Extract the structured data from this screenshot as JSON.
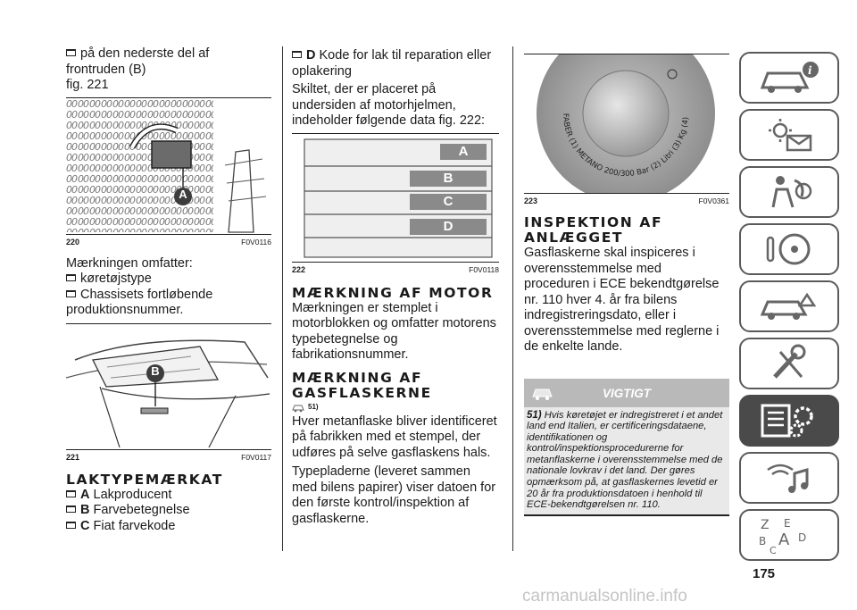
{
  "col1": {
    "line1": "på den nederste del af frontruden (B)",
    "line2": "fig. 221",
    "fig220_num": "220",
    "fig220_id": "F0V0116",
    "fig220_label": "A",
    "marking_text": "Mærkningen omfatter:",
    "bullet1": "køretøjstype",
    "bullet2": "Chassisets fortløbende",
    "bullet2_cont": "produktionsnummer.",
    "fig221_num": "221",
    "fig221_id": "F0V0117",
    "fig221_label": "B",
    "heading": "LAKTYPEMÆRKAT",
    "items": [
      {
        "letter": "A",
        "text": "Lakproducent"
      },
      {
        "letter": "B",
        "text": "Farvebetegnelse"
      },
      {
        "letter": "C",
        "text": "Fiat farvekode"
      }
    ]
  },
  "col2": {
    "d_letter": "D",
    "d_text": "Kode for lak til reparation eller",
    "d_text_cont": "oplakering",
    "p1": "Skiltet, der er placeret på undersiden af motorhjelmen, indeholder følgende data fig. 222:",
    "fig222_num": "222",
    "fig222_id": "F0V0118",
    "plate_labels": [
      "A",
      "B",
      "C",
      "D"
    ],
    "heading1": "MÆRKNING AF MOTOR",
    "p2": "Mærkningen er stemplet i motorblokken og omfatter motorens typebetegnelse og fabrikationsnummer.",
    "heading2_l1": "MÆRKNING AF",
    "heading2_l2": "GASFLASKERNE",
    "ref": "51)",
    "p3": "Hver metanflaske bliver identificeret på fabrikken med et stempel, der udføres på selve gasflaskens hals.",
    "p4": "Typepladerne (leveret sammen med bilens papirer) viser datoen for den første kontrol/inspektion af gasflaskerne."
  },
  "col3": {
    "fig223_num": "223",
    "fig223_id": "F0V0361",
    "stamp_text": "FABER (1) METANO 200/300 Bar (2) Litri (3) Kg (4)",
    "heading_l1": "INSPEKTION AF",
    "heading_l2": "ANLÆGGET",
    "p1": "Gasflaskerne skal inspiceres i overensstemmelse med proceduren i ECE bekendtgørelse nr. 110 hver 4. år fra bilens indregistreringsdato, eller i overensstemmelse med reglerne i de enkelte lande.",
    "warning_title": "VIGTIGT",
    "warning_num": "51)",
    "warning_text": "Hvis køretøjet er indregistreret i et andet land end Italien, er certificeringsdataene, identifikationen og kontrol/inspektionsprocedurerne for metanflaskerne i overensstemmelse med de nationale lovkrav i det land. Der gøres opmærksom på, at gasflaskernes levetid er 20 år fra produktionsdatoen i henhold til ECE-bekendtgørelsen nr. 110."
  },
  "page_number": "175",
  "watermark": "carmanualsonline.info",
  "colors": {
    "tab_border": "#5a5a5a",
    "tab_active": "#4a4a4a",
    "warning_head": "#b9b9b9",
    "warning_body": "#e9e9e9"
  },
  "side_tabs": [
    {
      "icon": "car-info-icon",
      "active": false
    },
    {
      "icon": "dashboard-lights-icon",
      "active": false
    },
    {
      "icon": "safety-airbag-icon",
      "active": false
    },
    {
      "icon": "steering-wheel-key-icon",
      "active": false
    },
    {
      "icon": "car-breakdown-icon",
      "active": false
    },
    {
      "icon": "wrench-service-icon",
      "active": false
    },
    {
      "icon": "technical-specs-icon",
      "active": true
    },
    {
      "icon": "multimedia-icon",
      "active": false
    },
    {
      "icon": "index-letters-icon",
      "active": false
    }
  ]
}
